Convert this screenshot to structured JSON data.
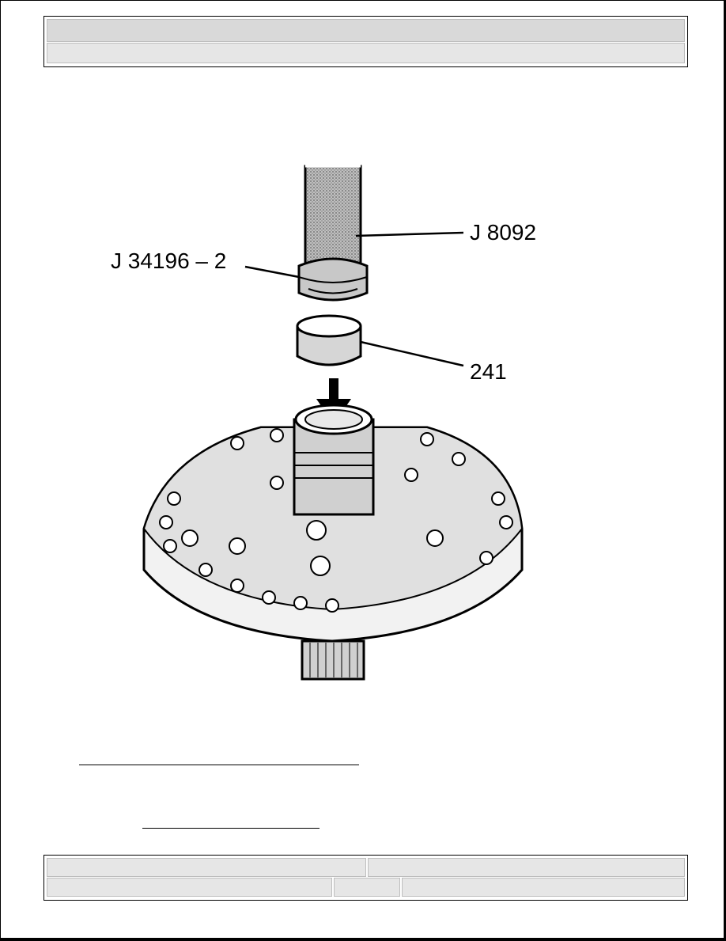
{
  "header": {
    "title": "",
    "subtitle": ""
  },
  "figure": {
    "callouts": {
      "tool_handle": "J 8092",
      "tool_installer": "J 34196 – 2",
      "bushing": "241"
    }
  },
  "footer": {
    "cells": [
      "",
      "",
      "",
      "",
      ""
    ]
  },
  "colors": {
    "header_fill": "#d9d9d9",
    "row_fill": "#e6e6e6"
  }
}
